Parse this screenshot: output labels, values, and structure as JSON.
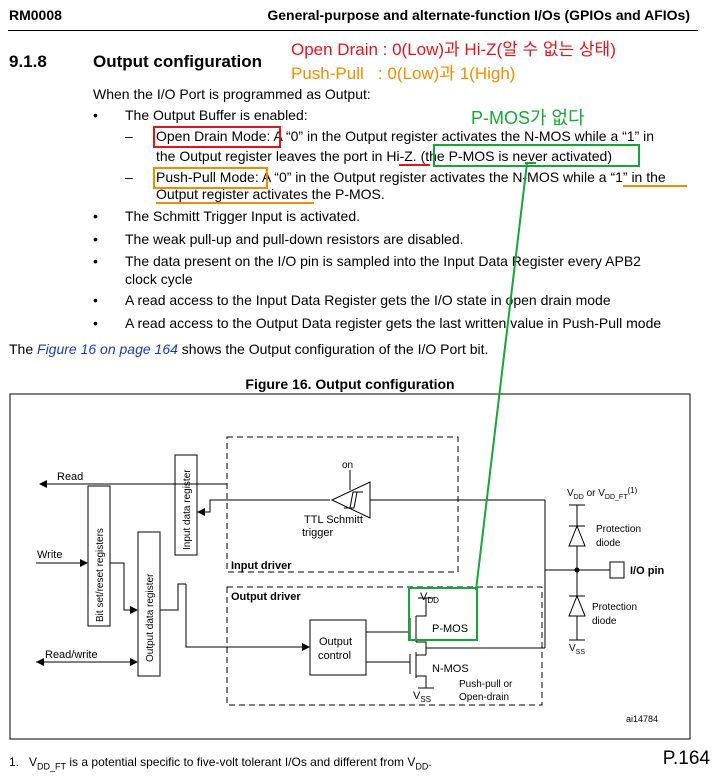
{
  "header": {
    "doc_id": "RM0008",
    "chapter_title": "General-purpose and alternate-function I/Os (GPIOs and AFIOs)"
  },
  "section": {
    "number": "9.1.8",
    "title": "Output configuration"
  },
  "annotations": {
    "open_drain_note": "Open Drain : 0(Low)과 Hi-Z(알 수 없는 상태)",
    "push_pull_note": "Push-Pull   : 0(Low)과 1(High)",
    "pmos_note": "P-MOS가 없다",
    "colors": {
      "red": "#e0141e",
      "orange": "#f08c00",
      "green": "#1aa33a"
    }
  },
  "body": {
    "intro": "When the I/O Port is programmed as Output:",
    "bullet1": "The Output Buffer is enabled:",
    "open_drain": {
      "label": "Open Drain Mode:",
      "text1": " A “0” in the Output register activates the N-MOS while a “1” in",
      "text2a": "the Output register leaves the port in ",
      "hiz": "Hi-Z",
      "text2b": ". ",
      "paren": "(the P-MOS is never activated)"
    },
    "push_pull": {
      "label": "Push-Pull Mode:",
      "text1": " A “0” in the Output register activates the N-MOS while a ",
      "highlight1": "“1” in the",
      "highlight2": "Output register activates",
      "text2": " the P-MOS."
    },
    "bullets": [
      "The Schmitt Trigger Input is activated.",
      "The weak pull-up and pull-down resistors are disabled.",
      "The data present on the I/O pin is sampled into the Input Data Register every APB2",
      "clock cycle",
      "A read access to the Input Data Register gets the I/O state in open drain mode",
      "A read access to the Output Data register gets the last written value in Push-Pull mode"
    ],
    "figure_ref_pre": "The ",
    "figure_ref_link": "Figure 16 on page 164",
    "figure_ref_post": " shows the Output configuration of the I/O Port bit."
  },
  "figure": {
    "title": "Figure 16. Output configuration",
    "labels": {
      "read": "Read",
      "write": "Write",
      "read_write": "Read/write",
      "input_data_register": "Input data register",
      "bit_set_reset": "Bit set/reset registers",
      "output_data_register": "Output data register",
      "on": "on",
      "ttl_schmitt": "TTL Schmitt",
      "trigger": "trigger",
      "input_driver": "Input driver",
      "output_driver": "Output driver",
      "output": "Output",
      "control": "control",
      "vdd": "V",
      "vdd_sub": "DD",
      "pmos": "P-MOS",
      "nmos": "N-MOS",
      "vss": "V",
      "vss_sub": "SS",
      "push_pull_or": "Push-pull or",
      "open_drain": "Open-drain",
      "vdd_or_vddft": "V",
      "vdd_or_vddft_mid": " or V",
      "vddft_sub": "DD_FT",
      "footnote_mark": "(1)",
      "protection": "Protection",
      "diode": "diode",
      "io_pin": "I/O pin",
      "fig_id": "ai14784"
    }
  },
  "footnote": {
    "number": "1.",
    "pre": "V",
    "sub1": "DD_FT",
    "mid": " is a potential specific to five-volt tolerant I/Os and different from V",
    "sub2": "DD",
    "post": "."
  },
  "page_label": "P.164"
}
